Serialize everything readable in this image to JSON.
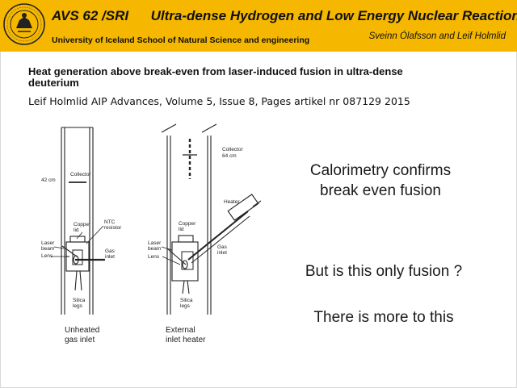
{
  "header": {
    "course": "AVS 62 /SRI",
    "title": "Ultra-dense Hydrogen and Low Energy Nuclear Reactions",
    "affiliation": "University of Iceland School of Natural Science and engineering",
    "authors": "Sveinn Ólafsson and Leif Holmlid",
    "colors": {
      "band": "#f5b700",
      "text": "#111111"
    }
  },
  "paper": {
    "title_line1": "Heat generation above break-even from laser-induced fusion in ultra-dense",
    "title_line2": "deuterium",
    "citation": "Leif Holmlid   AIP Advances, Volume 5, Issue 8, Pages artikel nr 087129 2015"
  },
  "diagram_left": {
    "height": "42 cm",
    "collector": "Collector",
    "copper_lid_1": "Copper",
    "copper_lid_2": "lid",
    "ntc_1": "NTC",
    "ntc_2": "resistor",
    "laser_1": "Laser",
    "laser_2": "beam",
    "lens": "Lens",
    "gas_1": "Gas",
    "gas_2": "inlet",
    "legs_1": "Silica",
    "legs_2": "legs",
    "caption_1": "Unheated",
    "caption_2": "gas inlet"
  },
  "diagram_right": {
    "collector_1": "Collector",
    "collector_2": "64 cm",
    "heater": "Heater",
    "copper_lid_1": "Copper",
    "copper_lid_2": "lid",
    "laser_1": "Laser",
    "laser_2": "beam",
    "lens": "Lens",
    "gas_1": "Gas",
    "gas_2": "inlet",
    "legs_1": "Silica",
    "legs_2": "legs",
    "caption_1": "External",
    "caption_2": "inlet heater"
  },
  "statements": {
    "line1": "Calorimetry confirms",
    "line2": "break even fusion",
    "question": "But is this only fusion ?",
    "more": "There is more to this"
  },
  "seal": {
    "name": "university-seal",
    "text": "UNIVERSITAS ISLANDIAE"
  }
}
